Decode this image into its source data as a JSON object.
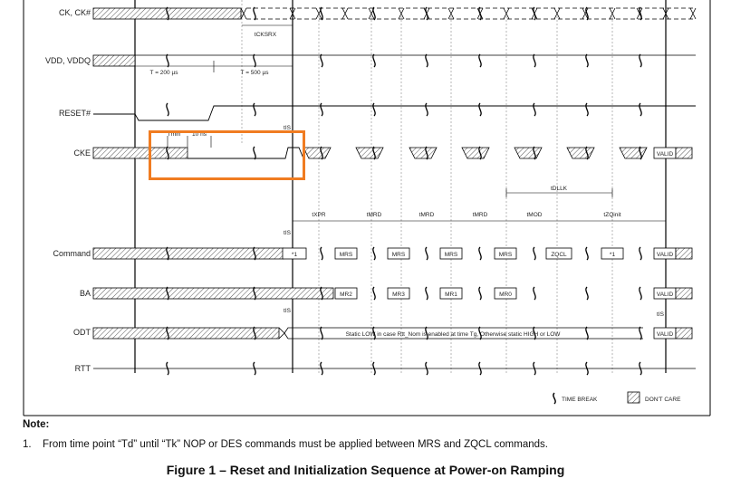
{
  "signals": {
    "ck": "CK, CK#",
    "vdd": "VDD, VDDQ",
    "reset": "RESET#",
    "cke": "CKE",
    "command": "Command",
    "ba": "BA",
    "odt": "ODT",
    "rtt": "RTT"
  },
  "timings": {
    "tcksrx": "tCKSRX",
    "t200": "T = 200 µs",
    "t500": "T = 500 µs",
    "tmin": "Tmin",
    "t10ns": "10 ns",
    "tis": "tIS",
    "txpr": "tXPR",
    "tmrd": "tMRD",
    "tmod": "tMOD",
    "tzqinit": "tZQinit",
    "tdllk": "tDLLK"
  },
  "commands": [
    "*1",
    "MRS",
    "MRS",
    "MRS",
    "MRS",
    "ZQCL",
    "*1",
    "VALID"
  ],
  "ba_values": [
    "MR2",
    "MR3",
    "MR1",
    "MR0",
    "VALID"
  ],
  "cke_valid": "VALID",
  "odt_text": "Static LOW in case Rtt_Nom is enabled at time Tg, Otherwise static HIGH or LOW",
  "odt_valid": "VALID",
  "legend": {
    "time_break": "TIME BREAK",
    "dont_care": "DON'T CARE"
  },
  "note": {
    "title": "Note:",
    "items": [
      {
        "num": "1.",
        "text": "From time point “Td” until “Tk” NOP or DES commands must be applied between MRS and ZQCL commands."
      }
    ]
  },
  "caption": "Figure 1 – Reset and Initialization Sequence at Power-on Ramping",
  "colors": {
    "highlight": "#f07c21",
    "line": "#000000"
  }
}
